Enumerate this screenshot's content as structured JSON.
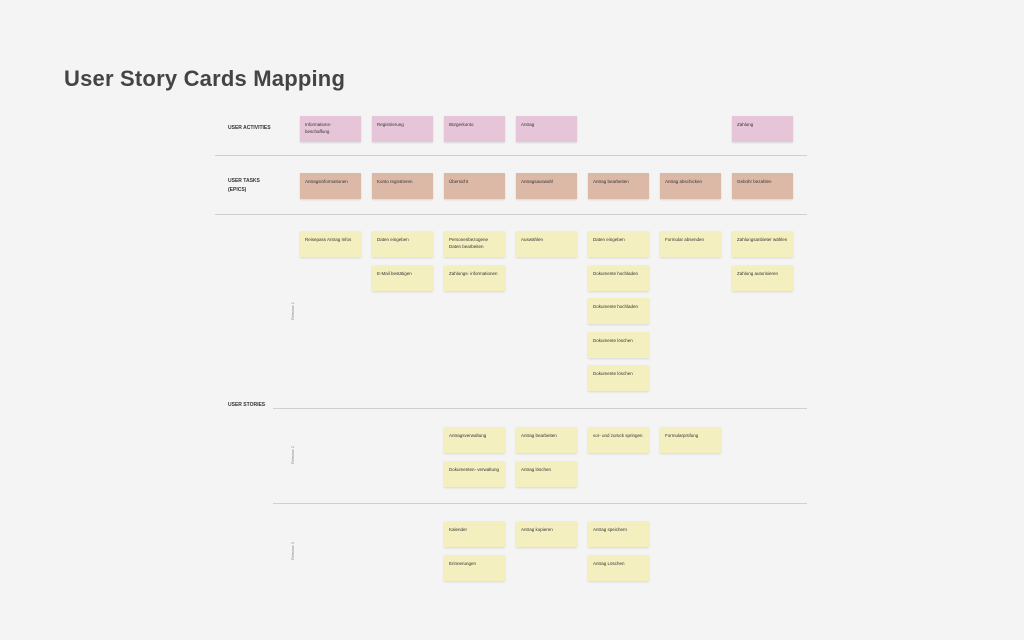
{
  "title": "User Story Cards Mapping",
  "row_labels": {
    "activities": "USER ACTIVITIES",
    "epics": "USER TASKS (EPICS)",
    "stories": "USER STORIES"
  },
  "release_labels": [
    "Release 1",
    "Release 2",
    "Release 3"
  ],
  "colors": {
    "background": "#f4f4f4",
    "activity_card": "#e6c5d8",
    "epic_card": "#dcb9a7",
    "story_card": "#f3efbf",
    "divider": "#cfcfcf"
  },
  "activities": [
    "Informations- beschaffung",
    "Registrierung",
    "Bürgerkonto",
    "Antrag",
    "",
    "",
    "Zahlung"
  ],
  "epics": [
    "Antragsinformationen",
    "Konto registrieren",
    "Übersicht",
    "Antragsauswahl",
    "Antrag bearbeiten",
    "Antrag abschicken",
    "Gebühr bezahlen"
  ],
  "releases": [
    {
      "columns": [
        [
          "Reisepass Antrag Infos"
        ],
        [
          "Daten eingeben",
          "E-Mail bestätigen"
        ],
        [
          "Personenbezogene Daten bearbeiten",
          "Zahlungs- informationen"
        ],
        [
          "Auswählen"
        ],
        [
          "Daten eingeben",
          "Dokumente hochladen",
          "Dokumente hochladen",
          "Dokumente löschen",
          "Dokumente löschen"
        ],
        [
          "Formular absenden"
        ],
        [
          "Zahlungsanbieter wählen",
          "Zahlung autorisieren"
        ]
      ]
    },
    {
      "columns": [
        [],
        [],
        [
          "Antragsverwaltung",
          "Dokumenten- verwaltung"
        ],
        [
          "Antrag bearbeiten",
          "Antrag löschen"
        ],
        [
          "vor- und zurück springen"
        ],
        [
          "Formularprüfung"
        ],
        []
      ]
    },
    {
      "columns": [
        [],
        [],
        [
          "Kalender",
          "Erinnerungen"
        ],
        [
          "Antrag kopieren"
        ],
        [
          "Antrag speichern",
          "Antrag Löschen"
        ],
        [],
        []
      ]
    }
  ]
}
